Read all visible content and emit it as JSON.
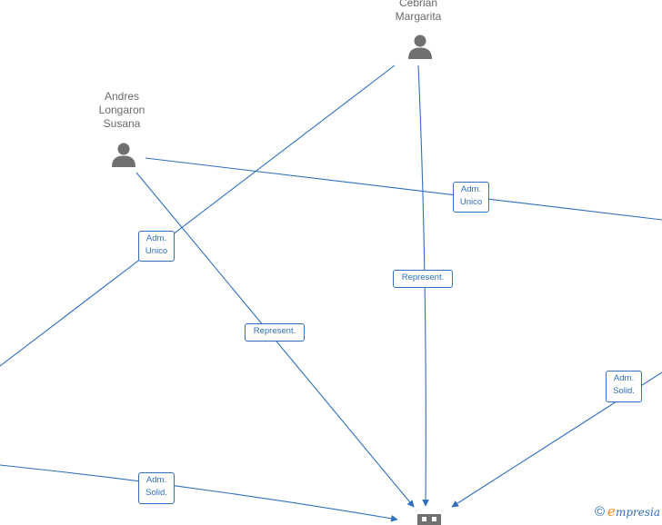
{
  "colors": {
    "edge": "#2f6fbf",
    "icon": "#707070",
    "label_text": "#6a6a6a",
    "brand_accent": "#f08a1c"
  },
  "nodes": {
    "cebrian": {
      "name": "Cebrian\nMargarita",
      "icon": "person-icon"
    },
    "andres": {
      "name": "Andres\nLongaron\nSusana",
      "icon": "person-icon"
    },
    "company": {
      "icon": "building-icon"
    }
  },
  "edge_labels": [
    {
      "id": "adm-unico-andres",
      "text": "Adm.\nUnico"
    },
    {
      "id": "adm-unico-cebrian",
      "text": "Adm.\nUnico"
    },
    {
      "id": "represent-cebrian",
      "text": "Represent."
    },
    {
      "id": "represent-andres",
      "text": "Represent."
    },
    {
      "id": "adm-solid-right",
      "text": "Adm.\nSolid."
    },
    {
      "id": "adm-solid-left",
      "text": "Adm.\nSolid."
    }
  ],
  "brand": {
    "copyright": "©",
    "name_first": "e",
    "name_rest": "mpresia"
  }
}
